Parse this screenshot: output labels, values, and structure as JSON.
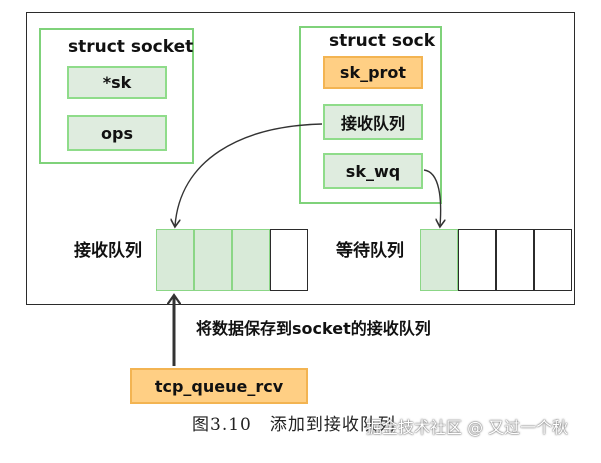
{
  "socket_struct": {
    "title": "struct socket",
    "fields": [
      "*sk",
      "ops"
    ]
  },
  "sock_struct": {
    "title": "struct sock",
    "fields": [
      "sk_prot",
      "接收队列",
      "sk_wq"
    ]
  },
  "receive_queue": {
    "label": "接收队列",
    "filled_cells": 3,
    "total_cells": 4
  },
  "wait_queue": {
    "label": "等待队列",
    "filled_cells": 1,
    "total_cells": 4
  },
  "save_annotation": "将数据保存到socket的接收队列",
  "function_box": "tcp_queue_rcv",
  "caption": "图3.10　添加到接收队列",
  "watermark": "掘金技术社区 @ 又过一个秋",
  "colors": {
    "struct_border": "#7fd27a",
    "field_fill": "#dfecdf",
    "highlight_fill": "#ffcf84",
    "highlight_border": "#f3b452",
    "queue_filled": "#d8ead8"
  }
}
